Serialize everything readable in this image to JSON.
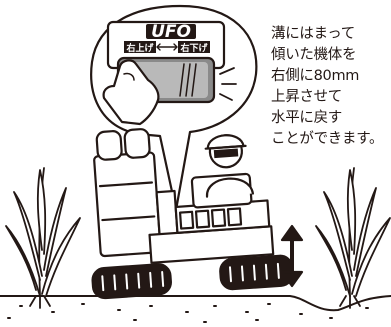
{
  "switch_panel": {
    "title": "UFO",
    "left_label": "右上げ",
    "right_label": "右下げ"
  },
  "caption": {
    "lines": [
      "溝にはまって",
      "傾いた機体を",
      "右側に80mm",
      "上昇させて",
      "水平に戻す",
      "ことができます。"
    ]
  }
}
